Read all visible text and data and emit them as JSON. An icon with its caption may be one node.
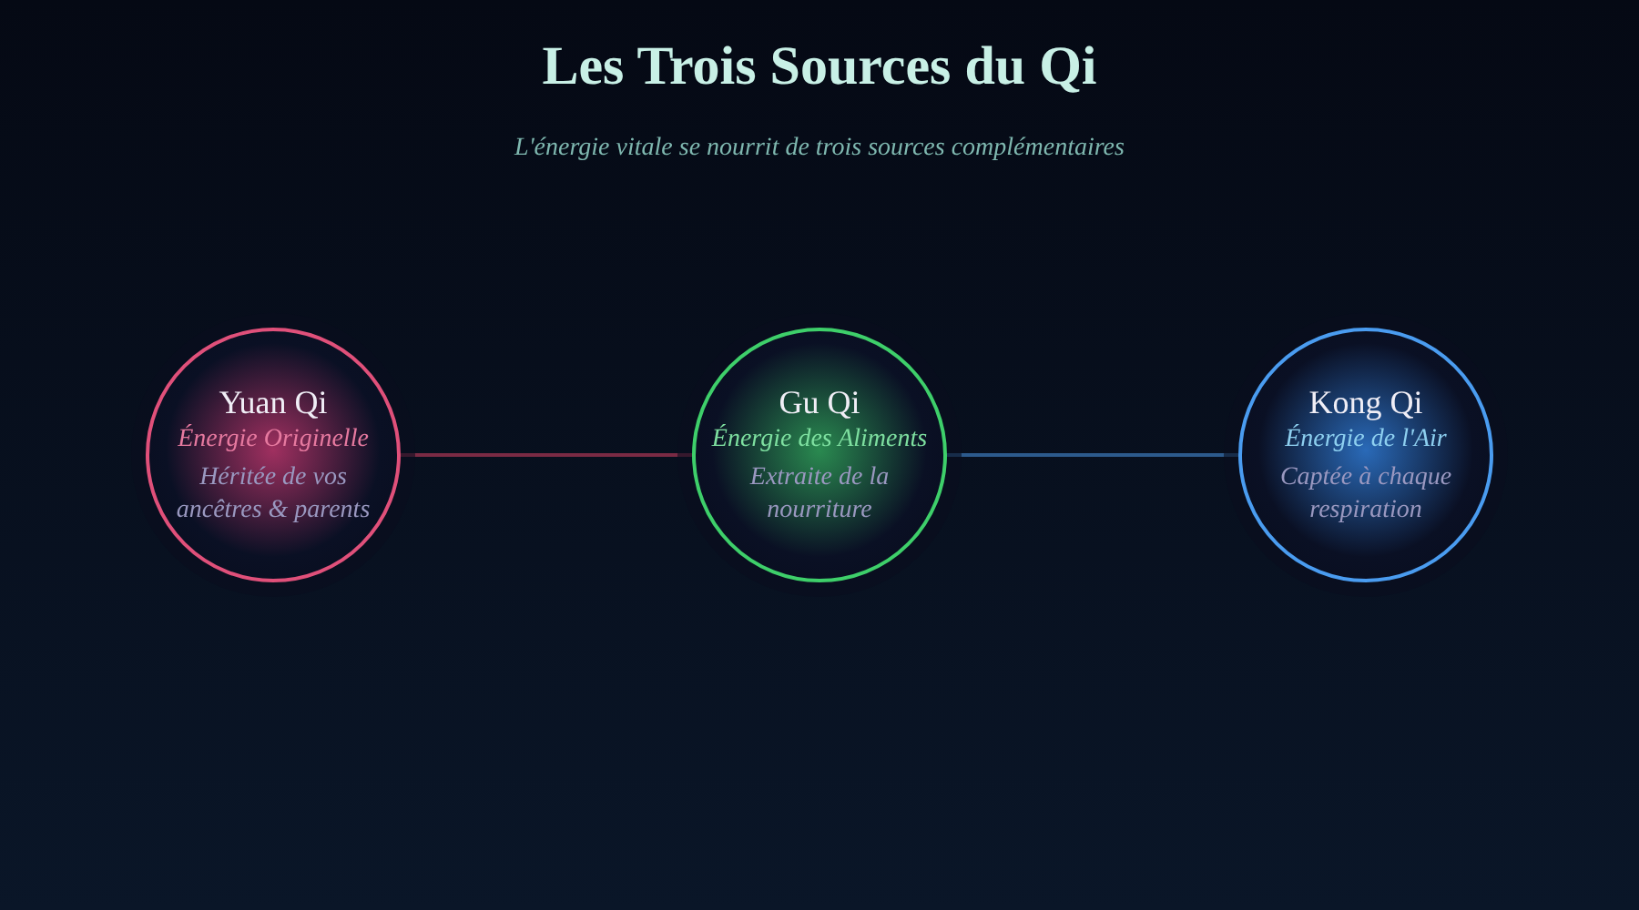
{
  "diagram": {
    "title": "Les Trois Sources du Qi",
    "nodes": [
      {
        "text": [
          "Yuan Qi",
          "Énergie Originelle",
          "Héritée de vos ancêtres & parents"
        ]
      },
      {
        "text": [
          "Gu Qi",
          "Énergie des Aliments",
          "Extraite de la nourriture"
        ]
      },
      {
        "text": [
          "Kong Qi",
          "Énergie de l'Air",
          "Captée à chaque respiration"
        ]
      }
    ],
    "edges": [
      {
        "from": 0,
        "to": 1,
        "arrow": "none",
        "color": "#7a2a44"
      },
      {
        "from": 1,
        "to": 2,
        "arrow": "none",
        "color": "#2c5a8c"
      }
    ],
    "labels": [
      "L'énergie vitale se nourrit de trois sources complémentaires"
    ]
  }
}
